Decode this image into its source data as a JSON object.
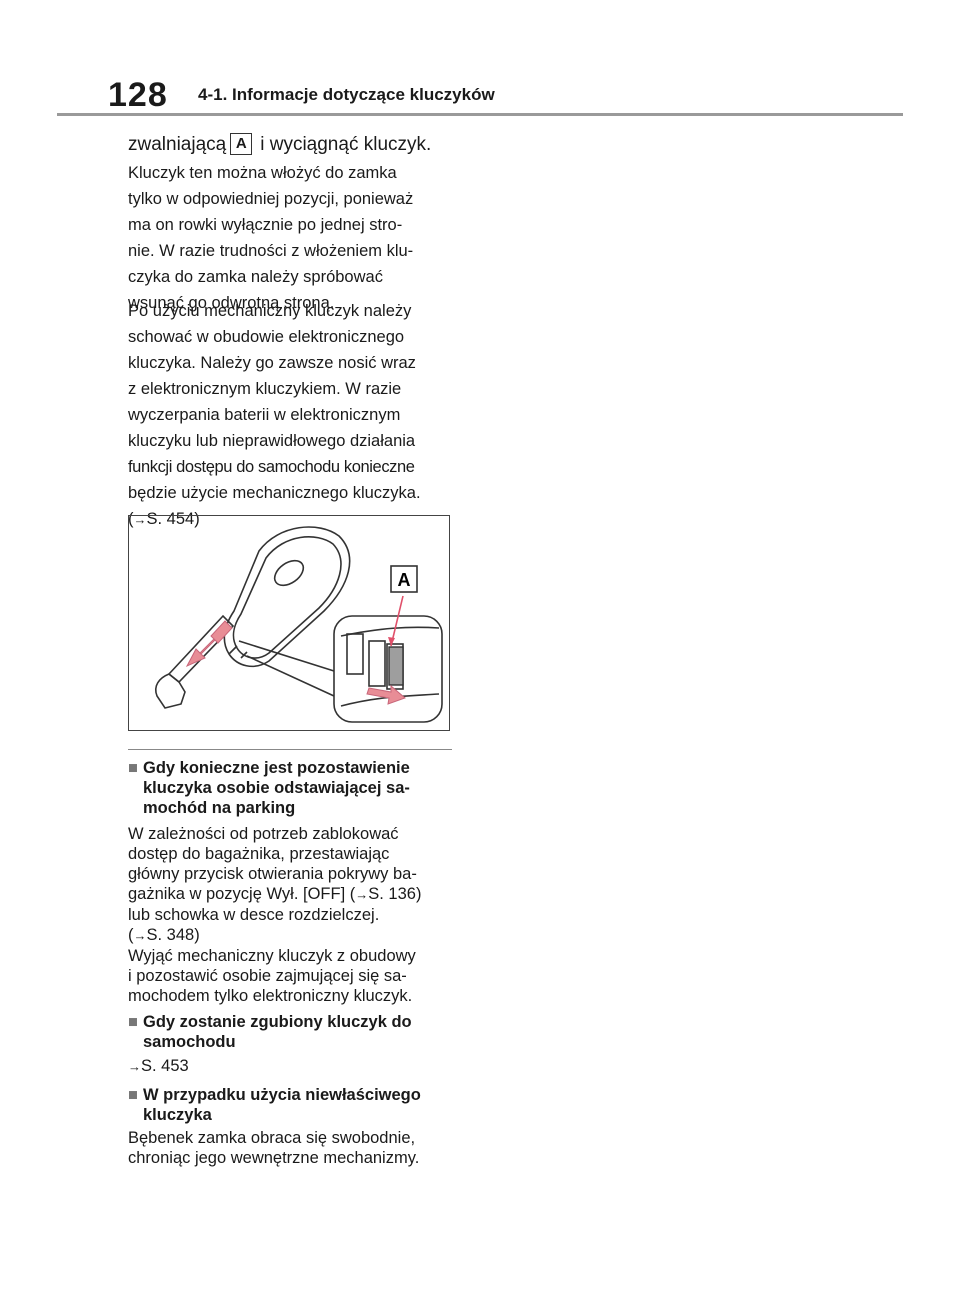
{
  "header": {
    "page_number": "128",
    "section_title": "4-1. Informacje dotyczące kluczyków"
  },
  "lead": {
    "text_before": "zwalniającą",
    "callout": "A",
    "text_after": "i wyciągnąć kluczyk."
  },
  "paragraphs": {
    "p1": [
      "Kluczyk ten można włożyć do zamka",
      "tylko w odpowiedniej pozycji, ponieważ",
      "ma on rowki wyłącznie po jednej stro-",
      "nie. W razie trudności z włożeniem klu-",
      "czyka do zamka należy spróbować",
      "wsunąć go odwrotną stroną."
    ],
    "p2": [
      "Po użyciu mechaniczny kluczyk należy",
      "schować w obudowie elektronicznego",
      "kluczyka. Należy go zawsze nosić wraz",
      "z elektronicznym kluczykiem. W razie",
      "wyczerpania baterii w elektronicznym",
      "kluczyku lub nieprawidłowego działania",
      "funkcji dostępu do samochodu konieczne",
      "będzie użycie mechanicznego kluczyka."
    ],
    "p2_ref": "S. 454"
  },
  "figure": {
    "callout_label": "A"
  },
  "sections": [
    {
      "heading": [
        "Gdy konieczne jest pozostawienie",
        "kluczyka osobie odstawiającej sa-",
        "mochód na parking"
      ],
      "body": [
        "W zależności od potrzeb zablokować",
        "dostęp do bagażnika, przestawiając",
        "główny przycisk otwierania pokrywy ba-",
        "gażnika w pozycję Wył. [OFF] (",
        "S. 136)",
        "lub schowka w desce rozdzielczej.",
        "S. 348)",
        "Wyjąć mechaniczny kluczyk z obudowy",
        "i pozostawić osobie zajmującej się sa-",
        "mochodem tylko elektroniczny kluczyk."
      ]
    },
    {
      "heading": [
        "Gdy zostanie zgubiony kluczyk do",
        "samochodu"
      ],
      "body": [
        "S. 453"
      ]
    },
    {
      "heading": [
        "W przypadku użycia niewłaściwego",
        "kluczyka"
      ],
      "body": [
        "Bębenek zamka obraca się swobodnie,",
        "chroniąc jego wewnętrzne mechanizmy."
      ]
    }
  ],
  "symbols": {
    "bullet": "■",
    "ref_arrow": "→",
    "open_paren": "(",
    "close_paren": ")"
  },
  "colors": {
    "rule": "#9a9a9a",
    "arrow_pink": "#e88d96",
    "callout_line": "#e0506a"
  }
}
